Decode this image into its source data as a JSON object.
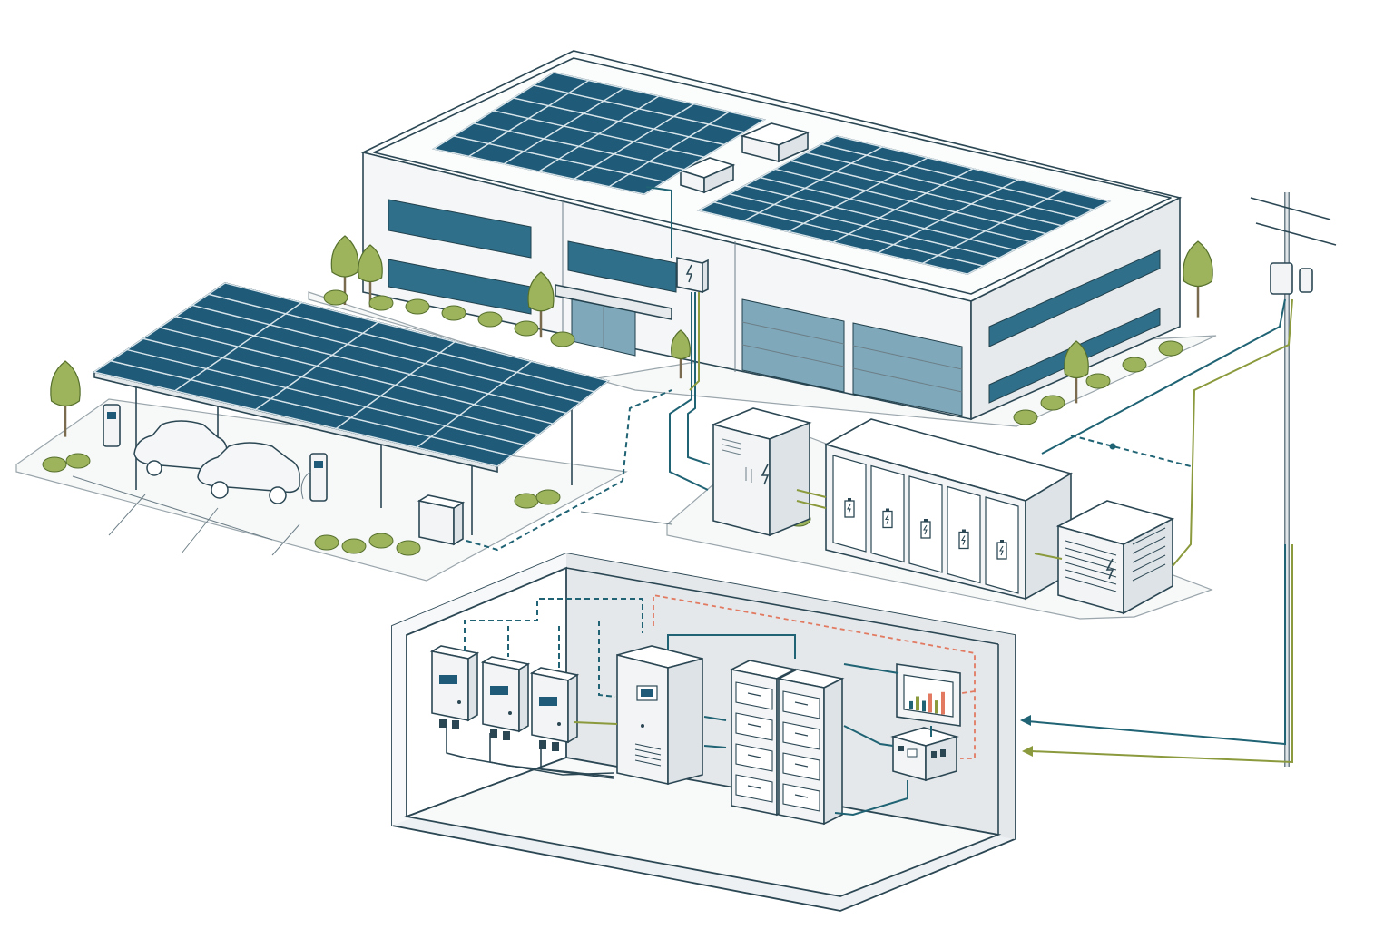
{
  "scene": {
    "title": "",
    "colors": {
      "solar_panel": "#1f5a78",
      "power_line": "#1f6374",
      "grid_line": "#8a9a3c",
      "signal_line": "#e27a62",
      "vegetation": "#9db35c",
      "outline": "#2b4754"
    },
    "icons": {
      "lightning": "lightning-bolt-icon",
      "battery": "battery-icon",
      "bar_chart": "bar-chart-icon"
    },
    "monitor_bars": [
      0.35,
      0.6,
      0.45,
      0.8,
      0.55,
      0.95
    ],
    "battery_module_count": 5,
    "rack_drawers_per_column": 4,
    "string_inverter_count": 3
  }
}
